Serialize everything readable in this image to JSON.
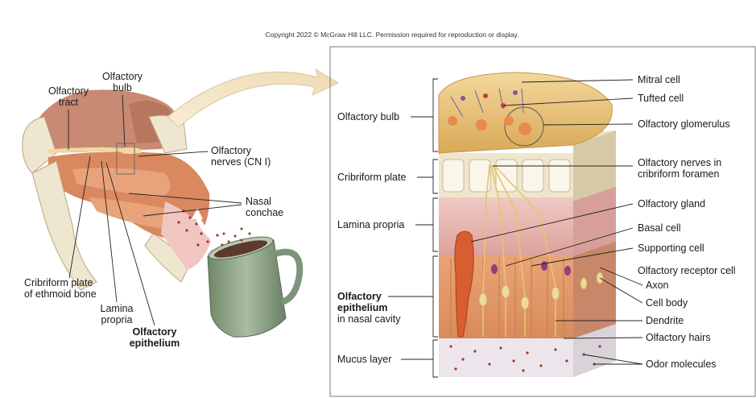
{
  "copyright": "Copyright 2022 © McGraw Hill LLC. Permission required for reproduction or display.",
  "left_labels": {
    "olfactory_tract_1": "Olfactory",
    "olfactory_tract_2": "tract",
    "olfactory_bulb_1": "Olfactory",
    "olfactory_bulb_2": "bulb",
    "olfactory_nerves_1": "Olfactory",
    "olfactory_nerves_2": "nerves (CN I)",
    "nasal_conchae_1": "Nasal",
    "nasal_conchae_2": "conchae",
    "cribriform_1": "Cribriform plate",
    "cribriform_2": "of ethmoid bone",
    "lamina_1": "Lamina",
    "lamina_2": "propria",
    "epithelium_1": "Olfactory",
    "epithelium_2": "epithelium"
  },
  "left_regions": {
    "olfactory_bulb": "Olfactory bulb",
    "cribriform_plate": "Cribriform plate",
    "lamina_propria": "Lamina propria",
    "epithelium_bold_1": "Olfactory",
    "epithelium_bold_2": "epithelium",
    "epithelium_sub": "in nasal cavity",
    "mucus_layer": "Mucus layer"
  },
  "right_labels": {
    "mitral": "Mitral cell",
    "tufted": "Tufted cell",
    "glomerulus": "Olfactory glomerulus",
    "nerves_1": "Olfactory nerves in",
    "nerves_2": "cribriform foramen",
    "gland": "Olfactory gland",
    "basal": "Basal cell",
    "supporting": "Supporting cell",
    "receptor": "Olfactory receptor cell",
    "axon": "Axon",
    "cell_body": "Cell body",
    "dendrite": "Dendrite",
    "hairs": "Olfactory hairs",
    "odor": "Odor molecules"
  },
  "colors": {
    "bulb": "#e9c37a",
    "bone": "#efe6cf",
    "lamina": "#eab9b4",
    "epithelium": "#e29a6a",
    "mucus": "#ece6ec",
    "mug": "#8fa58a",
    "nasal": "#d9885f",
    "brain": "#c98a73"
  }
}
